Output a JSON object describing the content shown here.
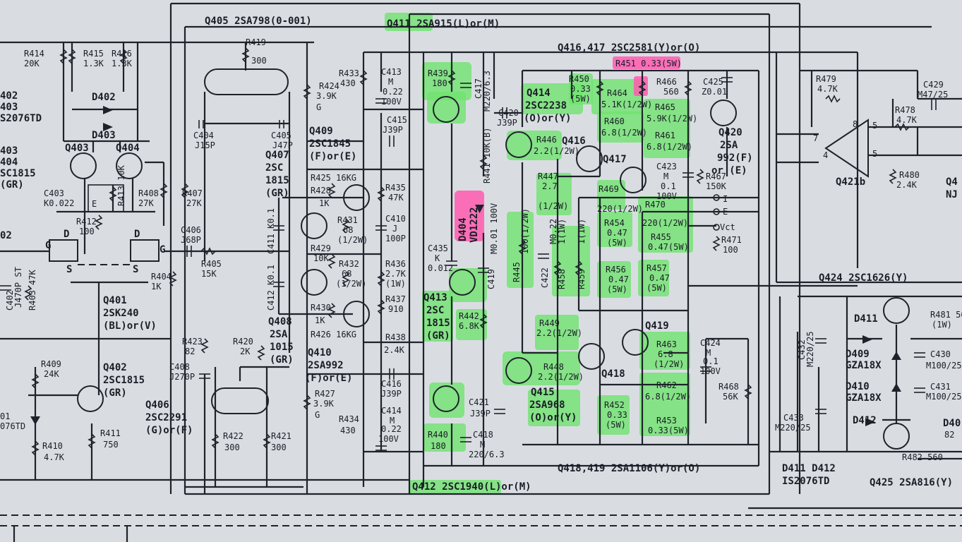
{
  "colors": {
    "paper": "#d9dde2",
    "ink": "#1e232b",
    "highlight_green": "#6fe36f",
    "highlight_pink": "#ff5ab0"
  },
  "labels": {
    "q405": "Q405 2SA798(0-001)",
    "q411": "Q411 2SA915(L)or(M)",
    "q416_417": "Q416,417 2SC2581(Y)or(O)",
    "q418_419": "Q418,419 2SA1106(Y)or(O)",
    "q412": "Q412 2SC1940(L)or(M)",
    "q424": "Q424 2SC1626(Y)",
    "q425": "Q425 2SA816(Y)",
    "d411_412": "D411 D412",
    "is2076td": "IS2076TD",
    "q401": "Q401",
    "q401_part": "2SK240",
    "q401_grade": "(BL)or(V)",
    "q402": "Q402",
    "q402_part": "2SC1815",
    "q402_grade": "(GR)",
    "q403": "Q403",
    "q404": "Q404",
    "q406": "Q406",
    "q406_part": "2SC2291",
    "q406_grade": "(G)or(F)",
    "q407": "Q407",
    "q407_part": "2SC",
    "q407_part2": "1815",
    "q407_grade": "(GR)",
    "q408": "Q408",
    "q408_part": "2SA",
    "q408_part2": "1015",
    "q408_grade": "(GR)",
    "q409": "Q409",
    "q409_part": "2SC1845",
    "q409_grade": "(F)or(E)",
    "q410": "Q410",
    "q410_part": "2SA992",
    "q410_grade": "(F)or(E)",
    "q413": "Q413",
    "q413_part": "2SC",
    "q413_part2": "1815",
    "q413_grade": "(GR)",
    "q414": "Q414",
    "q414_part": "2SC2238",
    "q414_grade": "(O)or(Y)",
    "q415": "Q415",
    "q415_part": "2SA968",
    "q415_grade": "(O)or(Y)",
    "q416": "Q416",
    "q417": "Q417",
    "q418": "Q418",
    "q419": "Q419",
    "q420": "Q420",
    "q420_part": "2SA",
    "q420_part2": "992(F)",
    "q420_grade": "or (E)",
    "q421b": "Q421b",
    "d402": "D402",
    "d403": "D403",
    "d404": "D404",
    "d404_part": "VD1222",
    "d409": "D409",
    "d409_part": "GZA18X",
    "d410": "D410",
    "d410_part": "GZA18X",
    "d411": "D411",
    "d412": "D412",
    "r414": "R414",
    "r414_v": "20K",
    "r415": "R415",
    "r415_v": "1.3K",
    "r416": "R416",
    "r416_v": "1.3K",
    "r419": "R419",
    "r419_v": "300",
    "r424": "R424",
    "r424_v": "3.9K",
    "r424_g": "G",
    "r433": "R433",
    "r433_v": "430",
    "c413": "C413",
    "c413_v1": "M",
    "c413_v2": "0.22",
    "c413_v3": "100V",
    "r439": "R439",
    "r439_v": "180",
    "c417": "C417",
    "c417_v": "M220/6.3",
    "c415": "C415",
    "c415_v": "J39P",
    "c420": "C420",
    "c420_v": "J39P",
    "r446": "R446",
    "r446_v": "2.2(1/2W)",
    "r450": "R450",
    "r450_v": "0.33",
    "r450_w": "(5W)",
    "r451": "R451 0.33(5W)",
    "r464": "R464",
    "r464_v": "5.1K(1/2W)",
    "r460": "R460",
    "r460_v": "6.8(1/2W)",
    "r465": "R465",
    "r465_v": "5.9K(1/2W)",
    "r461": "R461",
    "r461_v": "6.8(1/2W)",
    "r466": "R466",
    "r466_v": "560",
    "c425": "C425",
    "c425_v": "Z0.01",
    "r467": "R467",
    "r467_v": "150K",
    "c423": "C423",
    "c423_v1": "M",
    "c423_v2": "0.1",
    "c423_v3": "100V",
    "r447": "R447",
    "r447_v": "2.7",
    "r447_w": "(1/2W)",
    "r469": "R469",
    "r470": "R470",
    "r470_v": "220(1/2W)",
    "r469_v": "220(1/2W)",
    "r454": "R454",
    "r454_v": "0.47",
    "r454_w": "(5W)",
    "r455": "R455",
    "r455_v": "0.47(5W)",
    "r456": "R456",
    "r456_v": "0.47",
    "r456_w": "(5W)",
    "r457": "R457",
    "r457_v": "0.47",
    "r457_w": "(5W)",
    "r471": "R471",
    "r471_v": "100",
    "term_i": "I",
    "term_e": "E",
    "term_vct": "Vct",
    "r425": "R425 16KG",
    "r428": "R428",
    "r428_v": "1K",
    "r431": "R431",
    "r431_v": "68",
    "r431_w": "(1/2W)",
    "r429": "R429",
    "r429_v": "10K",
    "r432": "R432",
    "r432_v": "68",
    "r432_w": "(1/2W)",
    "r430": "R430",
    "r430_v": "1K",
    "r426": "R426 16KG",
    "r435": "R435",
    "r435_v": "47K",
    "c410": "C410",
    "c410_v1": "J",
    "c410_v2": "100P",
    "r436": "R436",
    "r436_v": "2.7K",
    "r436_w": "(1W)",
    "r437": "R437",
    "r437_v": "910",
    "r438": "R438",
    "r438_v": "2.4K",
    "c435": "C435",
    "c435_v1": "K",
    "c435_v2": "0.012",
    "r441": "R441 10K(B)",
    "c419": "C419",
    "c419_v": "M0.01 100V",
    "r445": "R445",
    "r445_v": "100(1/2W)",
    "c422": "C422",
    "c422_v": "M0.22",
    "r458": "R458",
    "r458_v": "1(1W)",
    "r459": "R459",
    "r459_v": "1(1W)",
    "r442": "R442",
    "r442_v": "6.8K",
    "r449": "R449",
    "r449_v": "2.2(1/2W)",
    "r448": "R448",
    "r448_v": "2.2(1/2W)",
    "r463": "R463",
    "r463_v": "6.8",
    "r463_w": "(1/2W)",
    "c424": "C424",
    "c424_v1": "M",
    "c424_v2": "0.1",
    "c424_v3": "100V",
    "r462": "R462",
    "r462_v": "6.8(1/2W)",
    "r452": "R452",
    "r452_v": "0.33",
    "r452_w": "(5W)",
    "r453": "R453",
    "r453_v": "0.33(5W)",
    "r468": "R468",
    "r468_v": "56K",
    "c416": "C416",
    "c416_v": "J39P",
    "c414": "C414",
    "c414_v1": "M",
    "c414_v2": "0.22",
    "c414_v3": "100V",
    "r434": "R434",
    "r434_v": "430",
    "c421": "C421",
    "c421_v": "J39P",
    "r440": "R440",
    "r440_v": "180",
    "c418": "C418",
    "c418_v1": "M",
    "c418_v2": "220/6.3",
    "c404": "C404",
    "c404_v": "J15P",
    "c405": "C405",
    "c405_v": "J47P",
    "c403": "C403",
    "c403_v": "K0.022",
    "r413": "R413 10K",
    "r408": "R408",
    "r408_v": "27K",
    "r407": "R407",
    "r407_v": "27K",
    "r412": "R412",
    "r412_v": "100",
    "c406": "C406",
    "c406_v": "J68P",
    "r405": "R405",
    "r405_v": "15K",
    "r404": "R404",
    "r404_v": "1K",
    "c411": "C411 K0.1",
    "c412": "C412 K0.1",
    "r423": "R423",
    "r423_v": "82",
    "c408": "C408",
    "c408_v": "J270P",
    "r420": "R420",
    "r420_v": "2K",
    "r422": "R422",
    "r422_v": "300",
    "r421": "R421",
    "r421_v": "300",
    "r427": "R427",
    "r427_v": "3.9K",
    "r427_g": "G",
    "r409": "R409",
    "r409_v": "24K",
    "r411": "R411",
    "r411_v": "750",
    "r410": "R410",
    "r410_v": "4.7K",
    "c402": "C402",
    "c402_v": "J470P ST",
    "r403": "R403",
    "r403_v": "47K",
    "r479": "R479",
    "r479_v": "4.7K",
    "r478": "R478",
    "r478_v": "4.7K",
    "c429": "C429",
    "c429_v": "M47/25",
    "r480": "R480",
    "r480_v": "2.4K",
    "pin7": "7",
    "pin8": "8",
    "pin5a": "5",
    "pin4": "4",
    "pin5b": "5",
    "r481": "R481 56",
    "r481_w": "(1W)",
    "c432": "C432",
    "c432_v": "M220/25",
    "c433": "C433",
    "c433_v": "M220/25",
    "c430": "C430",
    "c430_v": "M100/25",
    "c431": "C431",
    "c431_v": "M100/25",
    "r482": "R482 560",
    "nj": "NJ",
    "q4r": "Q4",
    "d40r": "D40",
    "gz82": "82",
    "left_402": "402",
    "left_403": "403",
    "left_s2076td": "S2076TD",
    "left_403b": "403",
    "left_404": "404",
    "left_sc1815": "SC1815",
    "left_gr": "(GR)",
    "left_02": "02",
    "left_076td": "076TD",
    "left_01": "01",
    "pin_d1": "D",
    "pin_g1": "G",
    "pin_s1": "S",
    "pin_d2": "D",
    "pin_g2": "G",
    "pin_s2": "S",
    "pin_e": "E"
  }
}
